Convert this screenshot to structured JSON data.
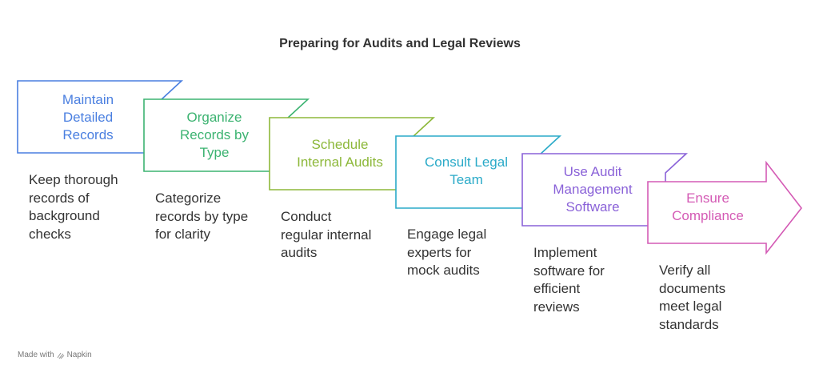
{
  "title": "Preparing for Audits and Legal Reviews",
  "steps": [
    {
      "label": "Maintain Detailed Records",
      "label_lines": [
        "Maintain",
        "Detailed",
        "Records"
      ],
      "description_lines": [
        "Keep thorough",
        "records of",
        "background",
        "checks"
      ],
      "color": "#4A7FE0"
    },
    {
      "label": "Organize Records by Type",
      "label_lines": [
        "Organize",
        "Records by",
        "Type"
      ],
      "description_lines": [
        "Categorize",
        "records by type",
        "for clarity"
      ],
      "color": "#3CB371"
    },
    {
      "label": "Schedule Internal Audits",
      "label_lines": [
        "Schedule",
        "Internal Audits"
      ],
      "description_lines": [
        "Conduct",
        "regular internal",
        "audits"
      ],
      "color": "#8DB83A"
    },
    {
      "label": "Consult Legal Team",
      "label_lines": [
        "Consult Legal",
        "Team"
      ],
      "description_lines": [
        "Engage legal",
        "experts for",
        "mock audits"
      ],
      "color": "#2AAAC8"
    },
    {
      "label": "Use Audit Management Software",
      "label_lines": [
        "Use Audit",
        "Management",
        "Software"
      ],
      "description_lines": [
        "Implement",
        "software for",
        "efficient",
        "reviews"
      ],
      "color": "#8A62D8"
    },
    {
      "label": "Ensure Compliance",
      "label_lines": [
        "Ensure",
        "Compliance"
      ],
      "description_lines": [
        "Verify all",
        "documents",
        "meet legal",
        "standards"
      ],
      "color": "#D45BB5"
    }
  ],
  "footer": {
    "made_with": "Made with",
    "brand": "Napkin"
  }
}
